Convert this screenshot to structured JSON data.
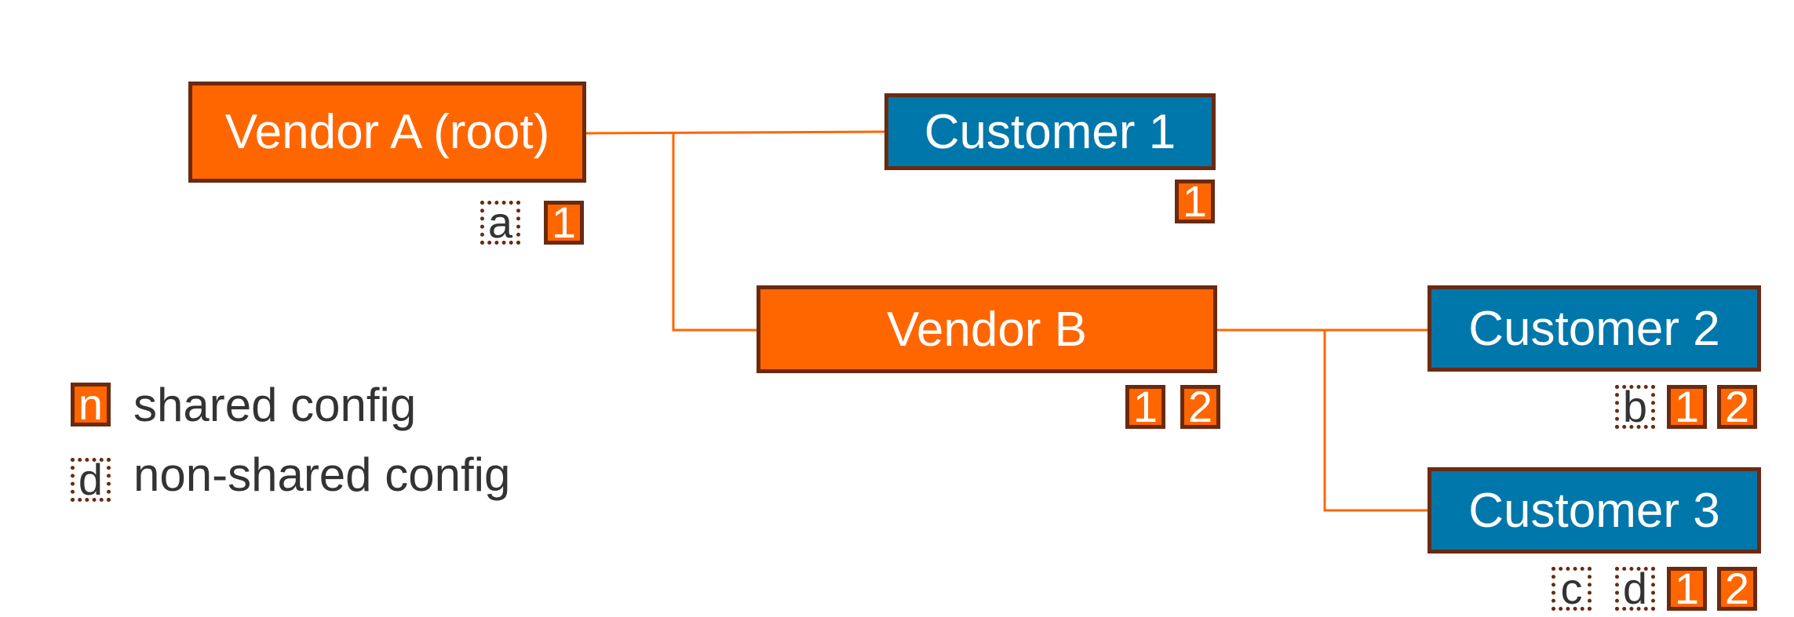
{
  "nodes": {
    "vendor_a": "Vendor A (root)",
    "vendor_b": "Vendor B",
    "customer_1": "Customer 1",
    "customer_2": "Customer 2",
    "customer_3": "Customer 3"
  },
  "badges": {
    "vendor_a": [
      "a",
      "1"
    ],
    "customer_1": [
      "1"
    ],
    "vendor_b": [
      "1",
      "2"
    ],
    "customer_2": [
      "b",
      "1",
      "2"
    ],
    "customer_3": [
      "c",
      "d",
      "1",
      "2"
    ]
  },
  "legend": {
    "shared_symbol": "n",
    "shared_label": "shared config",
    "nonshared_symbol": "d",
    "nonshared_label": "non-shared config"
  },
  "colors": {
    "vendor": "#ff6600",
    "customer": "#0077aa",
    "border": "#6b2a10",
    "connector": "#ff6600"
  }
}
